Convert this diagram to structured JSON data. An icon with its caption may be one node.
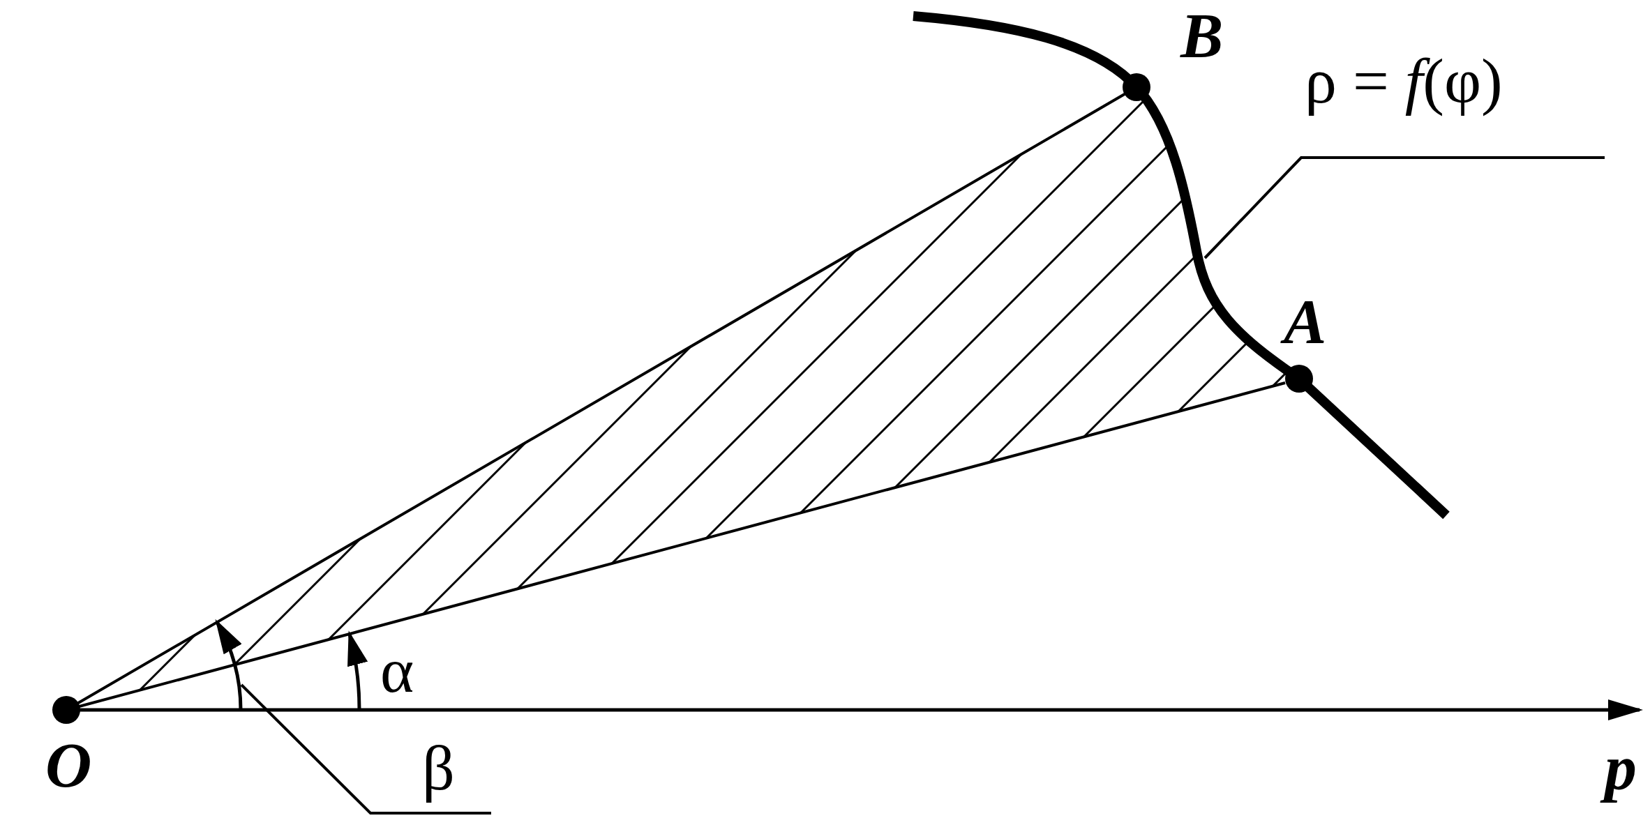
{
  "diagram": {
    "nodes": [
      {
        "text": [
          "O"
        ]
      },
      {
        "text": [
          "B"
        ]
      },
      {
        "text": [
          "A"
        ]
      },
      {
        "text": [
          "ρ = *f*(φ)"
        ]
      },
      {
        "text": [
          "β"
        ]
      }
    ],
    "edges": [
      {
        "from": 0,
        "to": 1,
        "arrow": "none"
      },
      {
        "from": 0,
        "to": 2,
        "arrow": "none"
      },
      {
        "from": 3,
        "to": null,
        "arrow": "none"
      },
      {
        "from": 4,
        "to": null,
        "arrow": "none"
      }
    ],
    "labels": [
      "α",
      "p"
    ]
  }
}
